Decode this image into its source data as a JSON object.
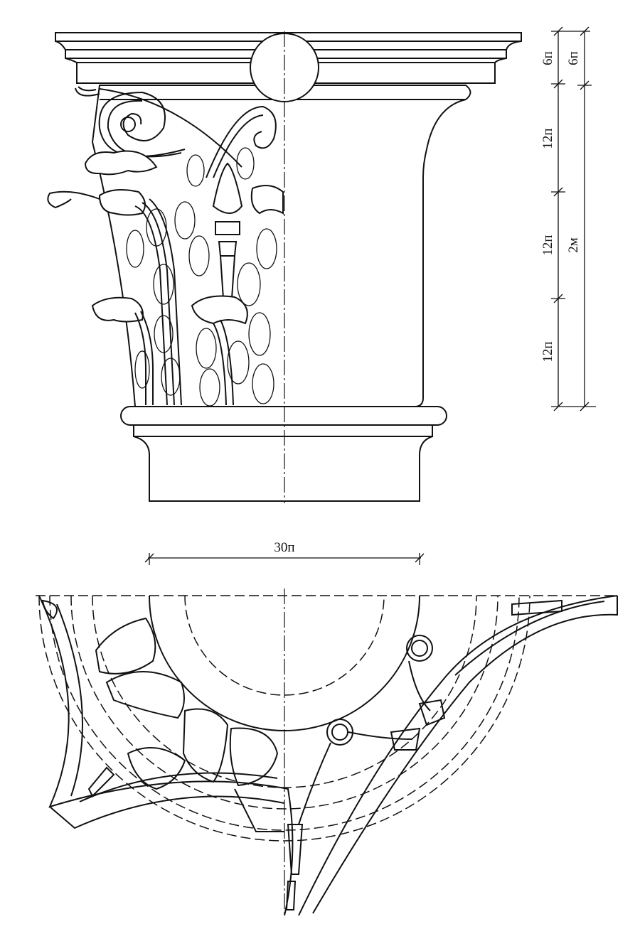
{
  "title": "Corinthian capital — elevation and plan",
  "dimensions": {
    "left_column": [
      "6п",
      "12п",
      "12п",
      "12п"
    ],
    "right_column": [
      "6п",
      "2м"
    ],
    "width": "30п"
  }
}
